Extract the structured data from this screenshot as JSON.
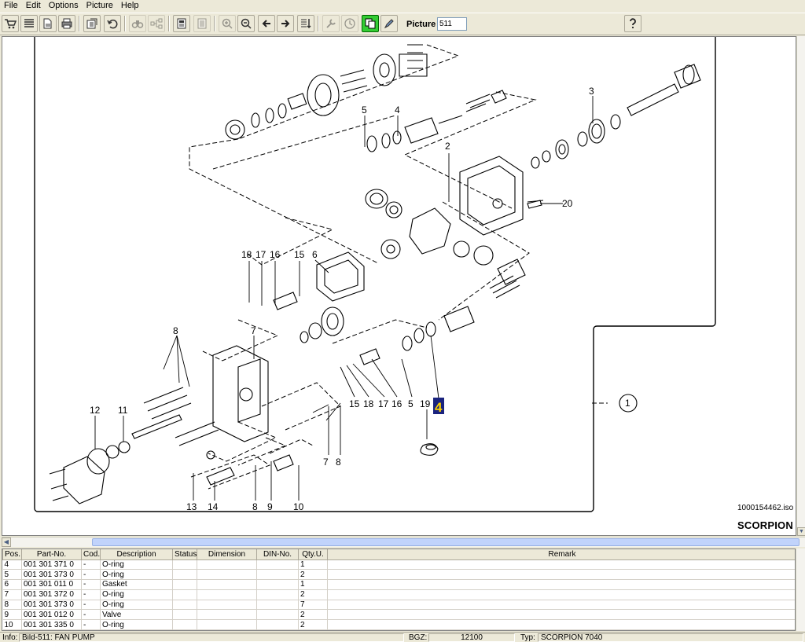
{
  "menu": [
    "File",
    "Edit",
    "Options",
    "Picture",
    "Help"
  ],
  "toolbar": {
    "picture_label": "Picture",
    "picture_value": "511",
    "buttons": [
      "cart-icon",
      "list-icon",
      "open-icon",
      "print-icon",
      "export-icon",
      "undo-icon",
      "binoculars-icon",
      "tree-icon",
      "document-icon",
      "document-list-icon",
      "zoom-in-icon",
      "zoom-out-icon",
      "arrow-left-icon",
      "arrow-right-icon",
      "sort-icon",
      "wrench-icon",
      "clock-icon",
      "copy-icon",
      "pen-icon",
      "help-icon"
    ]
  },
  "drawing": {
    "iso_code": "1000154462.iso",
    "machine": "SCORPION",
    "callouts": [
      "1",
      "2",
      "3",
      "4",
      "5",
      "6",
      "7",
      "8",
      "9",
      "10",
      "11",
      "12",
      "13",
      "14",
      "15",
      "16",
      "17",
      "18",
      "19",
      "20"
    ],
    "highlighted_callout": "4"
  },
  "table": {
    "columns": [
      "Pos.",
      "Part-No.",
      "Cod.",
      "Description",
      "Status",
      "Dimension",
      "DIN-No.",
      "Qty.U.",
      "Remark"
    ],
    "rows": [
      {
        "pos": "4",
        "part_no": "001 301 371 0",
        "cod": "-",
        "description": "O-ring",
        "status": "",
        "dimension": "",
        "din": "",
        "qty": "1",
        "remark": ""
      },
      {
        "pos": "5",
        "part_no": "001 301 373 0",
        "cod": "-",
        "description": "O-ring",
        "status": "",
        "dimension": "",
        "din": "",
        "qty": "2",
        "remark": ""
      },
      {
        "pos": "6",
        "part_no": "001 301 011 0",
        "cod": "-",
        "description": "Gasket",
        "status": "",
        "dimension": "",
        "din": "",
        "qty": "1",
        "remark": ""
      },
      {
        "pos": "7",
        "part_no": "001 301 372 0",
        "cod": "-",
        "description": "O-ring",
        "status": "",
        "dimension": "",
        "din": "",
        "qty": "2",
        "remark": ""
      },
      {
        "pos": "8",
        "part_no": "001 301 373 0",
        "cod": "-",
        "description": "O-ring",
        "status": "",
        "dimension": "",
        "din": "",
        "qty": "7",
        "remark": ""
      },
      {
        "pos": "9",
        "part_no": "001 301 012 0",
        "cod": "-",
        "description": "Valve",
        "status": "",
        "dimension": "",
        "din": "",
        "qty": "2",
        "remark": ""
      },
      {
        "pos": "10",
        "part_no": "001 301 335 0",
        "cod": "-",
        "description": "O-ring",
        "status": "",
        "dimension": "",
        "din": "",
        "qty": "2",
        "remark": ""
      }
    ]
  },
  "status": {
    "info_label": "Info:",
    "info_value": "Bild-511: FAN PUMP",
    "bgz_label": "BGZ:",
    "bgz_value": "12100",
    "typ_label": "Typ:",
    "typ_value": "SCORPION 7040"
  },
  "colors": {
    "highlight": "#1a237e",
    "highlight_text": "#ffd400",
    "active_button": "#33cc33"
  }
}
